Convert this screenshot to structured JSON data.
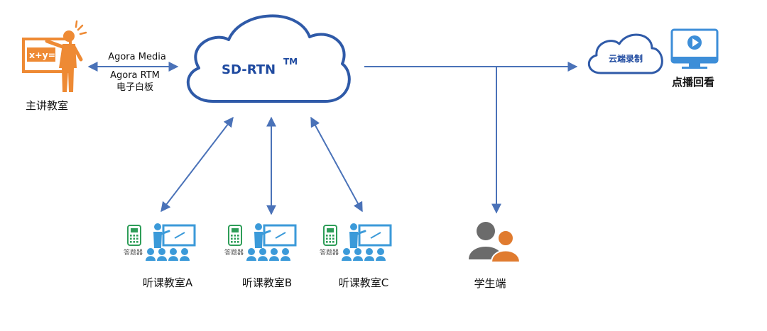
{
  "colors": {
    "arrow": "#4a72b8",
    "cloud_stroke": "#2f5aa8",
    "teacher_orange": "#ee8a34",
    "classroom_blue": "#3b9ad9",
    "device_green": "#2e9d58",
    "person_gray": "#6b6b6b",
    "person_orange": "#e07b2f",
    "monitor_blue": "#3d8ed8"
  },
  "main_classroom": {
    "label": "主讲教室",
    "board_text": "x+y=",
    "icon": "teacher-at-board-icon"
  },
  "link_labels": {
    "media": "Agora Media",
    "rtm": "Agora RTM",
    "whiteboard": "电子白板"
  },
  "cloud": {
    "name": "SD-RTN",
    "superscript": "TM",
    "icon": "cloud-icon"
  },
  "recording": {
    "label": "云端录制",
    "icon": "cloud-icon"
  },
  "playback": {
    "label": "点播回看",
    "icon": "monitor-play-icon"
  },
  "classrooms": [
    {
      "label": "听课教室A",
      "device_label": "答题器",
      "icon": "classroom-icon"
    },
    {
      "label": "听课教室B",
      "device_label": "答题器",
      "icon": "classroom-icon"
    },
    {
      "label": "听课教室C",
      "device_label": "答题器",
      "icon": "classroom-icon"
    }
  ],
  "student": {
    "label": "学生端",
    "icon": "users-icon"
  }
}
